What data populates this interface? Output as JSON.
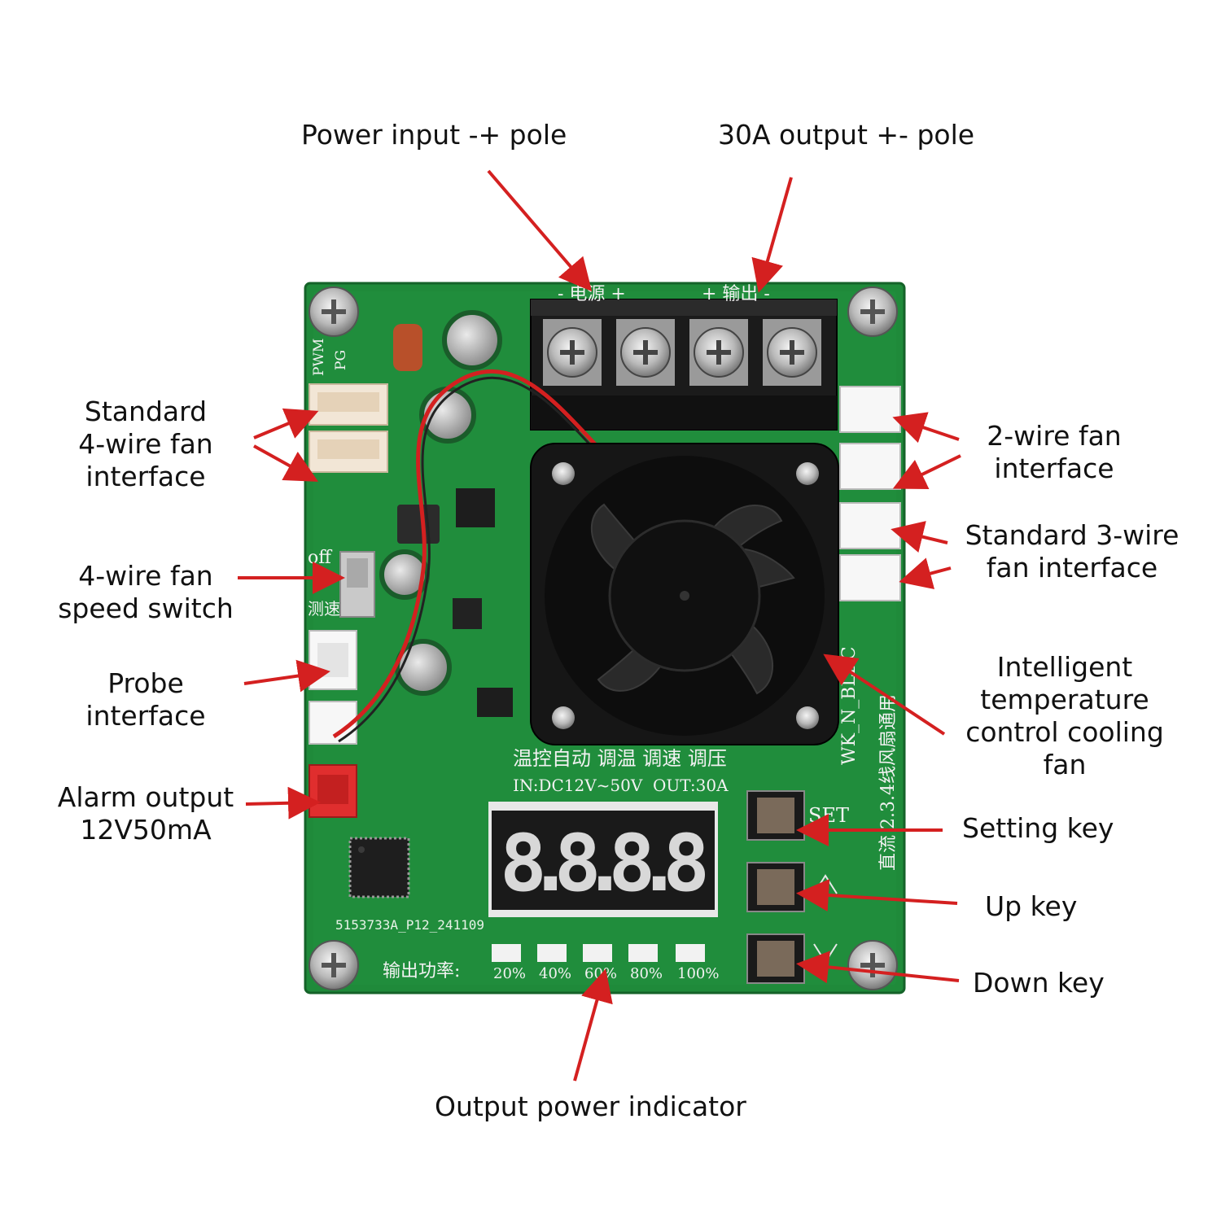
{
  "colors": {
    "pcb": "#1f8a3a",
    "pcb_dark": "#17702e",
    "arrow": "#d42020",
    "display_segment": "#d8d8d8",
    "display_body": "#1a1a1a"
  },
  "callouts": {
    "power_input": "Power input -+ pole",
    "output_30a": "30A output +- pole",
    "std4_line1": "Standard",
    "std4_line2": "4-wire fan",
    "std4_line3": "interface",
    "speed_line1": "4-wire fan",
    "speed_line2": "speed switch",
    "probe_line1": "Probe",
    "probe_line2": "interface",
    "alarm_line1": "Alarm output",
    "alarm_line2": "12V50mA",
    "two_wire_line1": "2-wire fan",
    "two_wire_line2": "interface",
    "std3_line1": "Standard 3-wire",
    "std3_line2": "fan interface",
    "fan_line1": "Intelligent",
    "fan_line2": "temperature",
    "fan_line3": "control cooling",
    "fan_line4": "fan",
    "setting_key": "Setting key",
    "up_key": "Up key",
    "down_key": "Down key",
    "output_power": "Output power indicator"
  },
  "board": {
    "top_label_left": "- 电源 +",
    "top_label_right": "+ 输出 -",
    "pwm": "PWM",
    "pg": "PG",
    "off": "off",
    "speed_cn": "测速",
    "model_vertical": "WK_N_BLDC",
    "desc_vertical": "直流 2.3.4线风扇通用",
    "mode_row": "温控自动  调温  调速  调压",
    "input_spec": "IN:DC12V~50V",
    "output_spec": "OUT:30A",
    "set_label": "SET",
    "part_number": "5153733A_P12_241109",
    "power_label_cn": "输出功率:",
    "power_levels": [
      "20%",
      "40%",
      "60%",
      "80%",
      "100%"
    ],
    "display_digits": "8.8.8.8"
  }
}
